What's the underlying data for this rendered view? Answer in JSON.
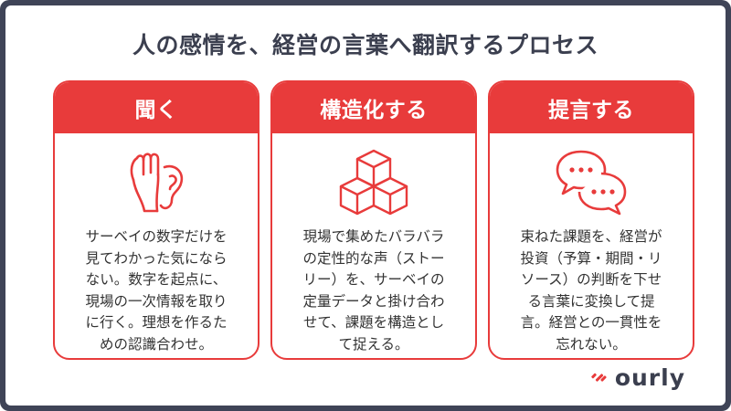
{
  "title": "人の感情を、経営の言葉へ翻訳するプロセス",
  "cards": [
    {
      "heading": "聞く",
      "icon": "ear-listening-icon",
      "body": "サーベイの数字だけを\n見てわかった気になら\nない。数字を起点に、\n現場の一次情報を取り\nに行く。理想を作るた\nめの認識合わせ。"
    },
    {
      "heading": "構造化する",
      "icon": "stacked-cubes-icon",
      "body": "現場で集めたバラバラ\nの定性的な声（ストー\nリー）を、サーベイの\n定量データと掛け合わ\nせて、課題を構造とし\nて捉える。"
    },
    {
      "heading": "提言する",
      "icon": "speech-bubbles-icon",
      "body": "束ねた課題を、経営が\n投資（予算・期間・リ\nソース）の判断を下せ\nる言葉に変換して提\n言。経営との一貫性を\n忘れない。"
    }
  ],
  "logo": {
    "text": "ourly",
    "icon": "ourly-logo-icon"
  },
  "colors": {
    "accent": "#e83b3b",
    "text": "#333333",
    "frame": "#3f4457"
  }
}
